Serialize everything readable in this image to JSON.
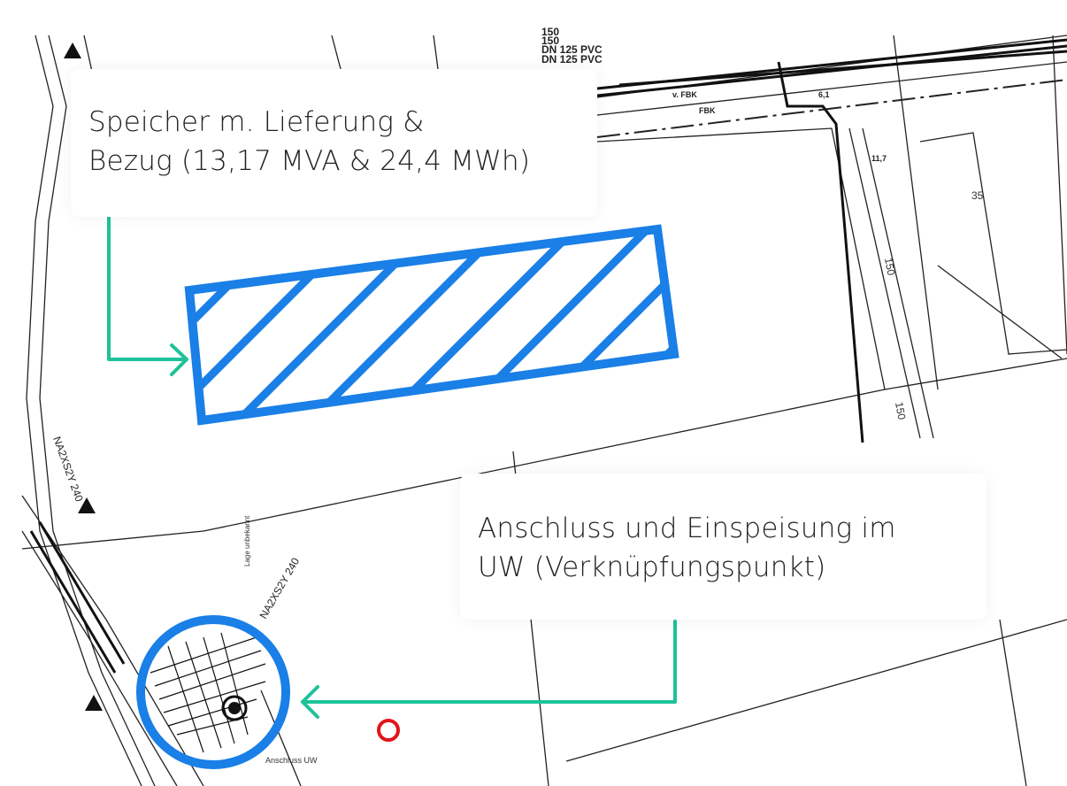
{
  "callouts": {
    "storage": {
      "line1": "Speicher m. Lieferung &",
      "line2": "Bezug (13,17 MVA & 24,4 MWh)"
    },
    "connection": {
      "line1": "Anschluss und Einspeisung im",
      "line2": "UW (Verknüpfungspunkt)"
    }
  },
  "map_labels": {
    "pipe1": "150",
    "pipe2": "150",
    "pipe3": "DN 125 PVC",
    "pipe4": "DN 125 PVC",
    "fbk": "FBK",
    "vfbk": "v. FBK",
    "parcel": "35",
    "cable_len1": "150",
    "cable_len2": "150",
    "unknown": "Lage unbekannt",
    "cable_type": "NA2XS2Y 240",
    "substation": "Anschluss UW",
    "dim1": "11,7",
    "dim2": "6,1"
  },
  "colors": {
    "accent_blue": "#1a7fe6",
    "arrow_green": "#1ec29a",
    "marker_red": "#e3141b"
  }
}
